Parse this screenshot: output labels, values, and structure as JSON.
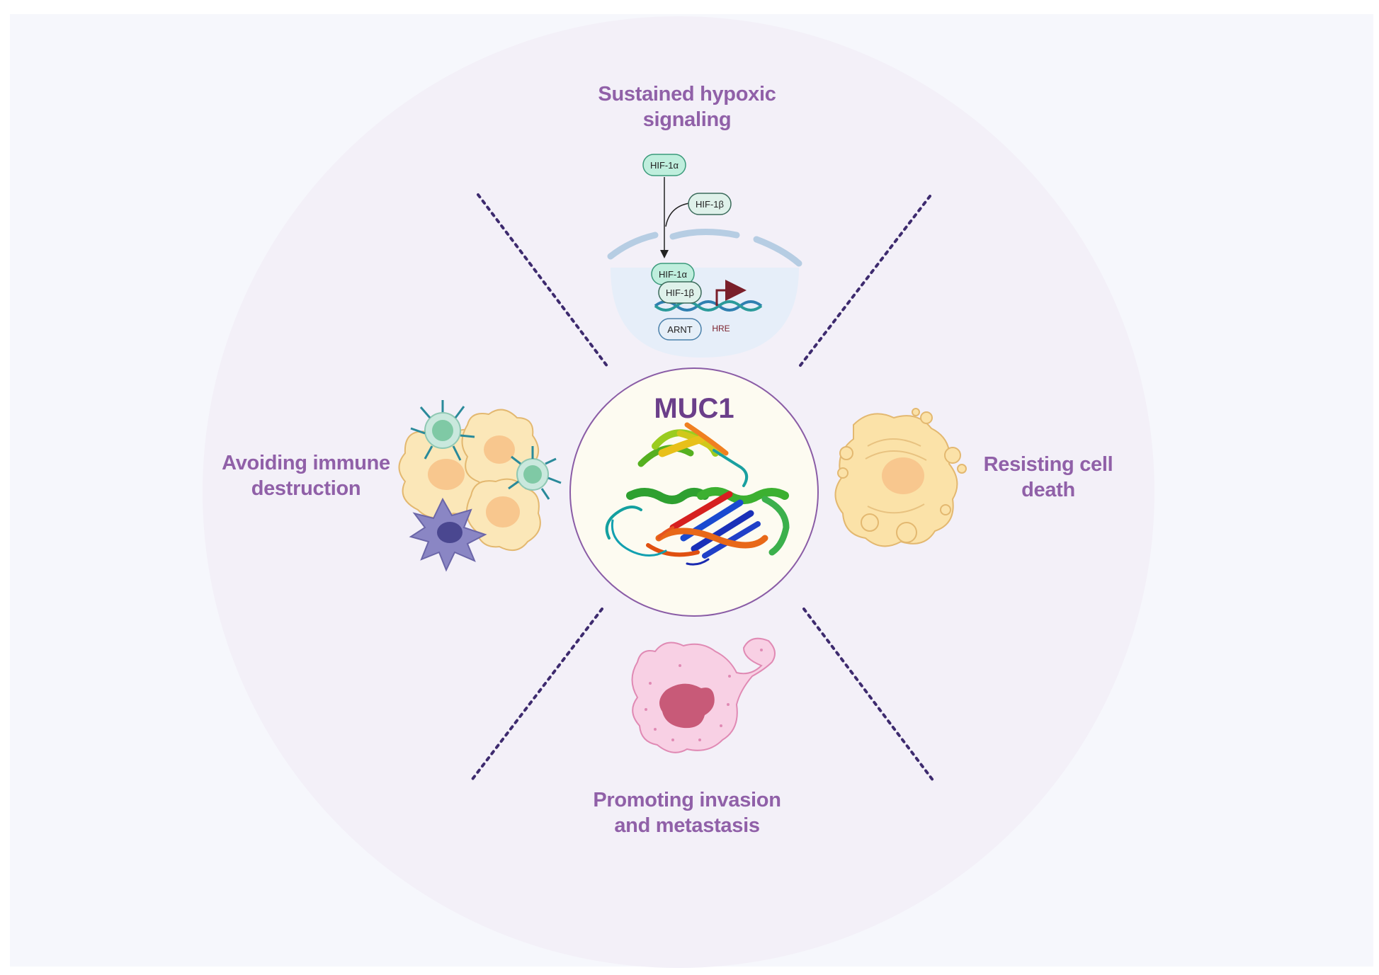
{
  "center": {
    "title": "MUC1"
  },
  "hallmarks": {
    "top": {
      "line1": "Sustained hypoxic",
      "line2": "signaling"
    },
    "left": {
      "line1": "Avoiding immune",
      "line2": "destruction"
    },
    "right": {
      "line1": "Resisting cell",
      "line2": "death"
    },
    "bottom": {
      "line1": "Promoting invasion",
      "line2": "and metastasis"
    }
  },
  "hypoxia": {
    "hif1a_free": "HIF-1α",
    "hif1b_free": "HIF-1β",
    "hif1a_bound": "HIF-1α",
    "hif1b_bound": "HIF-1β",
    "arnt": "ARNT",
    "hre": "HRE"
  },
  "colors": {
    "background": "#f6f7fc",
    "big_circle": "#f3f0f8",
    "label": "#9060a8",
    "center_border": "#8a5ca6",
    "dotted_line": "#3d2a6e",
    "hif_pill": "#bfeedd",
    "hif_pill_border": "#3a9a7a"
  }
}
